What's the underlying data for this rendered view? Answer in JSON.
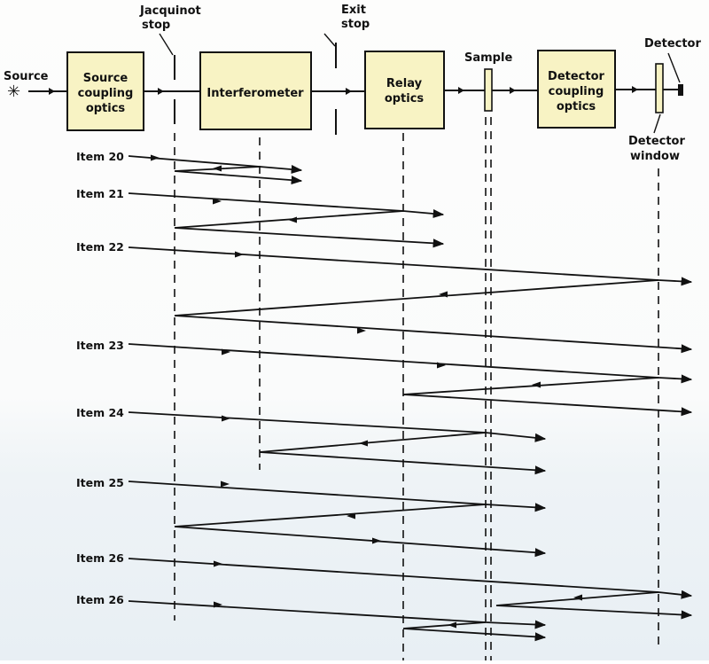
{
  "diagram": {
    "labels": {
      "source": "Source",
      "jacquinot_stop": [
        "Jacquinot",
        "stop"
      ],
      "exit_stop": [
        "Exit",
        "stop"
      ],
      "sample": "Sample",
      "detector": "Detector",
      "detector_window": [
        "Detector",
        "window"
      ]
    },
    "boxes": [
      {
        "id": "source-coupling-optics",
        "lines": [
          "Source",
          "coupling",
          "optics"
        ]
      },
      {
        "id": "interferometer",
        "lines": [
          "Interferometer"
        ]
      },
      {
        "id": "relay-optics",
        "lines": [
          "Relay",
          "optics"
        ]
      },
      {
        "id": "detector-coupling-optics",
        "lines": [
          "Detector",
          "coupling",
          "optics"
        ]
      }
    ],
    "items": [
      {
        "label": "Item 20"
      },
      {
        "label": "Item 21"
      },
      {
        "label": "Item 22"
      },
      {
        "label": "Item 23"
      },
      {
        "label": "Item 24"
      },
      {
        "label": "Item 25"
      },
      {
        "label": "Item 26"
      },
      {
        "label": "Item 26"
      }
    ],
    "colors": {
      "box_fill": "#f8f3c4",
      "ink": "#111111"
    }
  }
}
